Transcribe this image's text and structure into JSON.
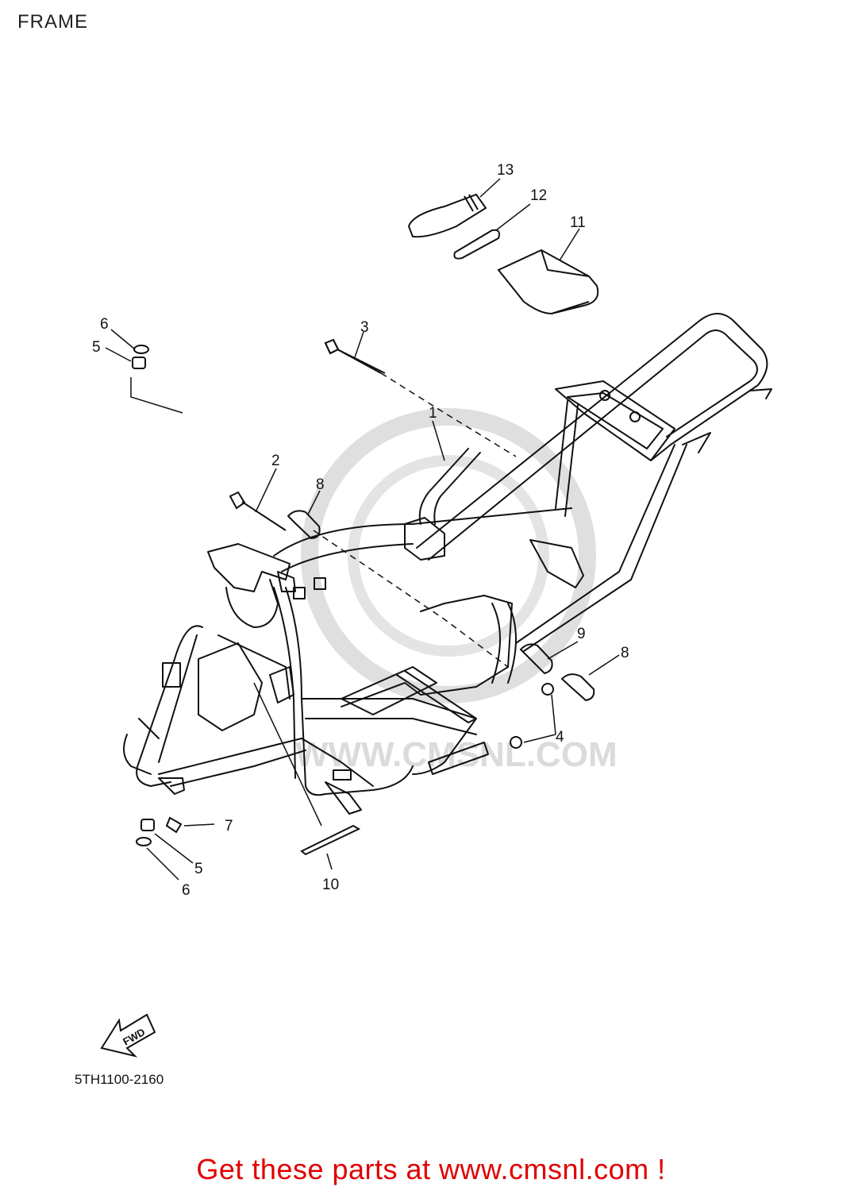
{
  "title": "FRAME",
  "diagram_code": "5TH1100-2160",
  "fwd_label": "FWD",
  "watermark_text": "WWW.CMSNL.COM",
  "cta": {
    "prefix": "Get these parts at ",
    "link": "www.cmsnl.com",
    "suffix": " !"
  },
  "callouts": [
    "1",
    "2",
    "3",
    "4",
    "5",
    "5",
    "6",
    "6",
    "7",
    "8",
    "8",
    "9",
    "10",
    "11",
    "12",
    "13"
  ],
  "colors": {
    "line": "#111111",
    "cta": "#e00000",
    "watermark": "#d8d8d8"
  }
}
